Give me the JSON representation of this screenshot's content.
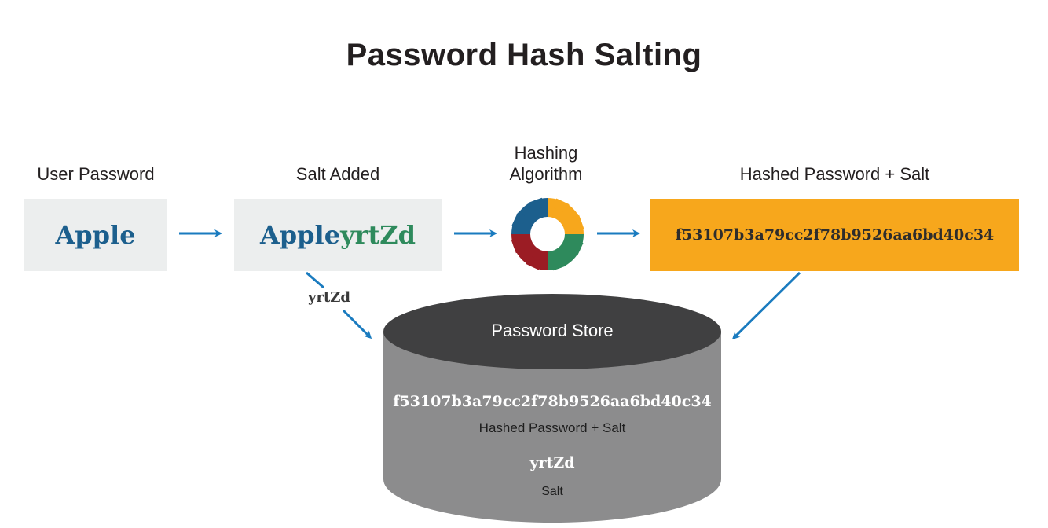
{
  "title": "Password Hash Salting",
  "steps": {
    "user_password": {
      "label": "User Password",
      "value": "Apple"
    },
    "salt_added": {
      "label": "Salt Added",
      "value_password": "Apple",
      "value_salt": "yrtZd"
    },
    "hashing": {
      "label_line1": "Hashing",
      "label_line2": "Algorithm",
      "icon": "gear-icon"
    },
    "hashed": {
      "label": "Hashed Password + Salt",
      "value": "f53107b3a79cc2f78b9526aa6bd40c34"
    }
  },
  "salt_flow_label": "yrtZd",
  "store": {
    "title": "Password Store",
    "hash_value": "f53107b3a79cc2f78b9526aa6bd40c34",
    "hash_label": "Hashed Password + Salt",
    "salt_value": "yrtZd",
    "salt_label": "Salt"
  },
  "colors": {
    "password_blue": "#1c5f8d",
    "salt_green": "#2e8a5c",
    "hash_orange": "#f7a71c",
    "arrow_blue": "#1a7bbf",
    "box_grey": "#eceeee",
    "db_top": "#404041",
    "db_body": "#8c8c8d",
    "gear_blue": "#1c5f8d",
    "gear_orange": "#f7a71c",
    "gear_red": "#9b1c24",
    "gear_green": "#2e8a5c"
  }
}
